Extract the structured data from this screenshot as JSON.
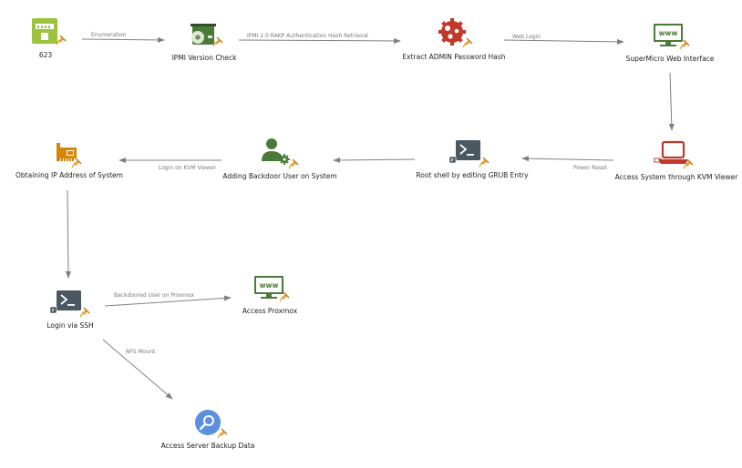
{
  "nodes": {
    "port_623": {
      "label": "623",
      "icon": "network-port-icon"
    },
    "ipmi_version_check": {
      "label": "IPMI Version Check",
      "icon": "disc-drive-icon"
    },
    "extract_hash": {
      "label": "Extract ADMIN Password Hash",
      "icon": "gear-cluster-icon"
    },
    "supermicro_web": {
      "label": "SuperMicro Web Interface",
      "icon": "www-monitor-icon"
    },
    "kvm_viewer": {
      "label": "Access System through KVM Viewer",
      "icon": "laptop-icon"
    },
    "root_shell": {
      "label": "Root shell by editing GRUB Entry",
      "icon": "terminal-icon"
    },
    "backdoor_user": {
      "label": "Adding Backdoor User on System",
      "icon": "user-gear-icon"
    },
    "obtain_ip": {
      "label": "Obtaining IP Address of System",
      "icon": "network-card-icon"
    },
    "login_ssh": {
      "label": "Login via SSH",
      "icon": "terminal-icon"
    },
    "access_proxmox": {
      "label": "Access Proxmox",
      "icon": "www-monitor-icon"
    },
    "backup_data": {
      "label": "Access Server Backup Data",
      "icon": "magnifier-icon"
    }
  },
  "edges": {
    "enumeration": "Enumeration",
    "rakp": "IPMI 2.0 RAKP Authentication Hash Retrieval",
    "web_login": "Web Login",
    "power_reset": "Power Reset",
    "login_kvm": "Login on KVM Viewer",
    "backdoored_proxmox": "Backdoored User on Proxmox",
    "nfs_mount": "NFS Mount"
  },
  "colors": {
    "edge": "#808080",
    "pin": "#e8a030",
    "green": "#8db63c",
    "dark_green": "#4a7a38",
    "red": "#c0392b",
    "terminal": "#4a5862",
    "orange": "#d4860b",
    "blue": "#5b8fe0"
  }
}
